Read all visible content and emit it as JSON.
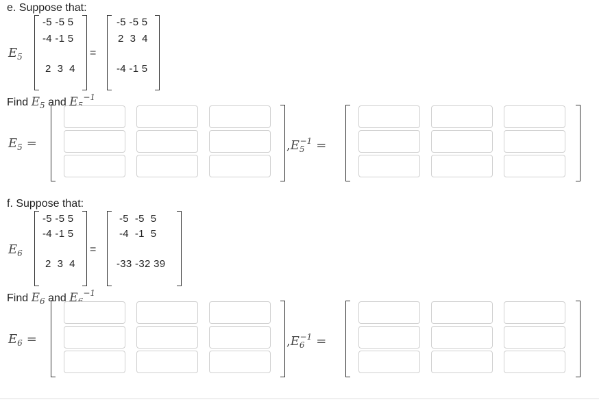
{
  "part_e": {
    "heading": "e. Suppose that:",
    "e_letter": "E",
    "e_sub": "5",
    "equals": "=",
    "left_matrix": [
      "-5 -5 5",
      "-4 -1 5",
      "2  3  4"
    ],
    "right_matrix": [
      "-5 -5 5",
      "2  3  4",
      "-4 -1 5"
    ],
    "find_text": "Find",
    "and_text": "and",
    "inv_sup": "−1",
    "answer_eq": "=",
    "comma": ","
  },
  "part_f": {
    "heading": "f. Suppose that:",
    "e_letter": "E",
    "e_sub": "6",
    "equals": "=",
    "left_matrix": [
      "-5 -5 5",
      "-4 -1 5",
      "2  3  4"
    ],
    "right_matrix": [
      "-5  -5  5",
      "-4  -1  5",
      "-33 -32 39"
    ],
    "find_text": "Find",
    "and_text": "and",
    "inv_sup": "−1",
    "answer_eq": "=",
    "comma": ","
  }
}
